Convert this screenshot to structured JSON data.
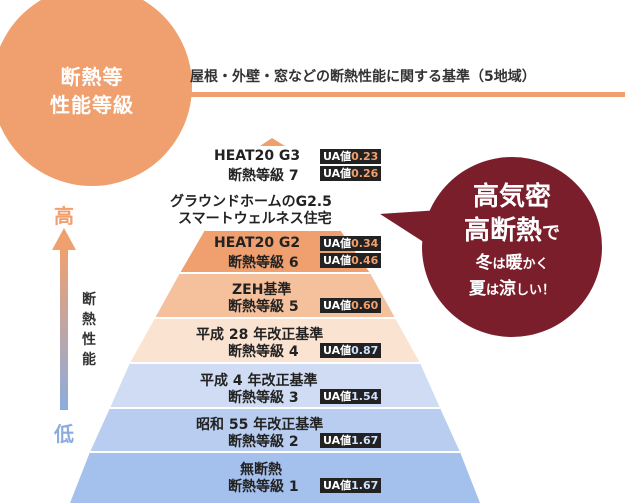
{
  "badge": {
    "title_line1": "断熱等",
    "title_line2": "性能等級"
  },
  "header": {
    "text": "屋根・外壁・窓などの断熱性能に関する基準（5地域）"
  },
  "axis": {
    "high": "高",
    "low": "低",
    "label": "断熱性能"
  },
  "levels": [
    {
      "line1": "HEAT20 G3",
      "line2": "断熱等級 7",
      "ua1_label": "UA値",
      "ua1_value": "0.23",
      "ua2_label": "UA値",
      "ua2_value": "0.26"
    },
    {
      "line1": "グラウンドホームのG2.5",
      "line2": "スマートウェルネス住宅"
    },
    {
      "line1": "HEAT20 G2",
      "line2": "断熱等級 6",
      "ua1_label": "UA値",
      "ua1_value": "0.34",
      "ua2_label": "UA値",
      "ua2_value": "0.46"
    },
    {
      "line1": "ZEH基準",
      "line2": "断熱等級 5",
      "ua_label": "UA値",
      "ua_value": "0.60"
    },
    {
      "line1": "平成 28 年改正基準",
      "line2": "断熱等級 4",
      "ua_label": "UA値",
      "ua_value": "0.87"
    },
    {
      "line1": "平成 4 年改正基準",
      "line2": "断熱等級 3",
      "ua_label": "UA値",
      "ua_value": "1.54"
    },
    {
      "line1": "昭和 55 年改正基準",
      "line2": "断熱等級 2",
      "ua_label": "UA値",
      "ua_value": "1.67"
    },
    {
      "line1": "無断熱",
      "line2": "断熱等級 1",
      "ua_label": "UA値",
      "ua_value": "1.67"
    }
  ],
  "bubble": {
    "line1": "高気密",
    "line2_main": "高断熱",
    "line2_small": "で",
    "line3_a": "冬",
    "line3_b": "は",
    "line3_c": "暖",
    "line3_d": "かく",
    "line4_a": "夏",
    "line4_b": "は",
    "line4_c": "涼",
    "line4_d": "しい！"
  },
  "colors": {
    "orange": "#f0a06e",
    "blue": "#8cacde",
    "bubble": "#7a1e2c"
  }
}
